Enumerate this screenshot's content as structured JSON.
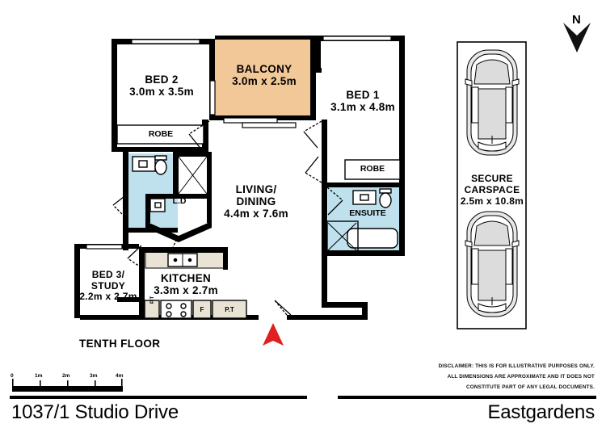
{
  "meta": {
    "address": "1037/1 Studio Drive",
    "suburb": "Eastgardens",
    "floor_label": "TENTH FLOOR",
    "compass": "N"
  },
  "disclaimer": {
    "line1": "DISCLAIMER: THIS IS FOR ILLUSTRATIVE PURPOSES ONLY.",
    "line2": "ALL DIMENSIONS ARE APPROXIMATE AND IT DOES NOT",
    "line3": "CONSTITUTE PART OF ANY LEGAL DOCUMENTS."
  },
  "scale": {
    "ticks": [
      "0",
      "1m",
      "2m",
      "3m",
      "4m"
    ]
  },
  "rooms": [
    {
      "id": "bed2",
      "name": "BED 2",
      "dim": "3.0m x 3.5m"
    },
    {
      "id": "balcony",
      "name": "BALCONY",
      "dim": "3.0m x 2.5m"
    },
    {
      "id": "bed1",
      "name": "BED 1",
      "dim": "3.1m x 4.8m"
    },
    {
      "id": "living",
      "name": "LIVING/ DINING",
      "name_l1": "LIVING/",
      "name_l2": "DINING",
      "dim": "4.4m x 7.6m"
    },
    {
      "id": "kitchen",
      "name": "KITCHEN",
      "dim": "3.3m x 2.7m"
    },
    {
      "id": "bed3",
      "name": "BED 3/ STUDY",
      "name_l1": "BED 3/",
      "name_l2": "STUDY",
      "dim": "2.2m x 2.7m"
    },
    {
      "id": "carspace",
      "name": "SECURE CARSPACE",
      "name_l1": "SECURE",
      "name_l2": "CARSPACE",
      "dim": "2.5m x 10.8m"
    }
  ],
  "labels": {
    "robe_bed2": "ROBE",
    "robe_bed1": "ROBE",
    "ensuite": "ENSUITE",
    "laundry": "L.D",
    "pantry_left": "P.T",
    "fridge": "F",
    "pantry_right": "P.T"
  },
  "colors": {
    "balcony_fill": "#f2c898",
    "wet_area_fill": "#bfe1ed",
    "bench_fill": "#e9e3d6",
    "wall": "#000000",
    "entry_arrow": "#e02020",
    "car_body": "#dcdcdc",
    "background": "#ffffff"
  }
}
